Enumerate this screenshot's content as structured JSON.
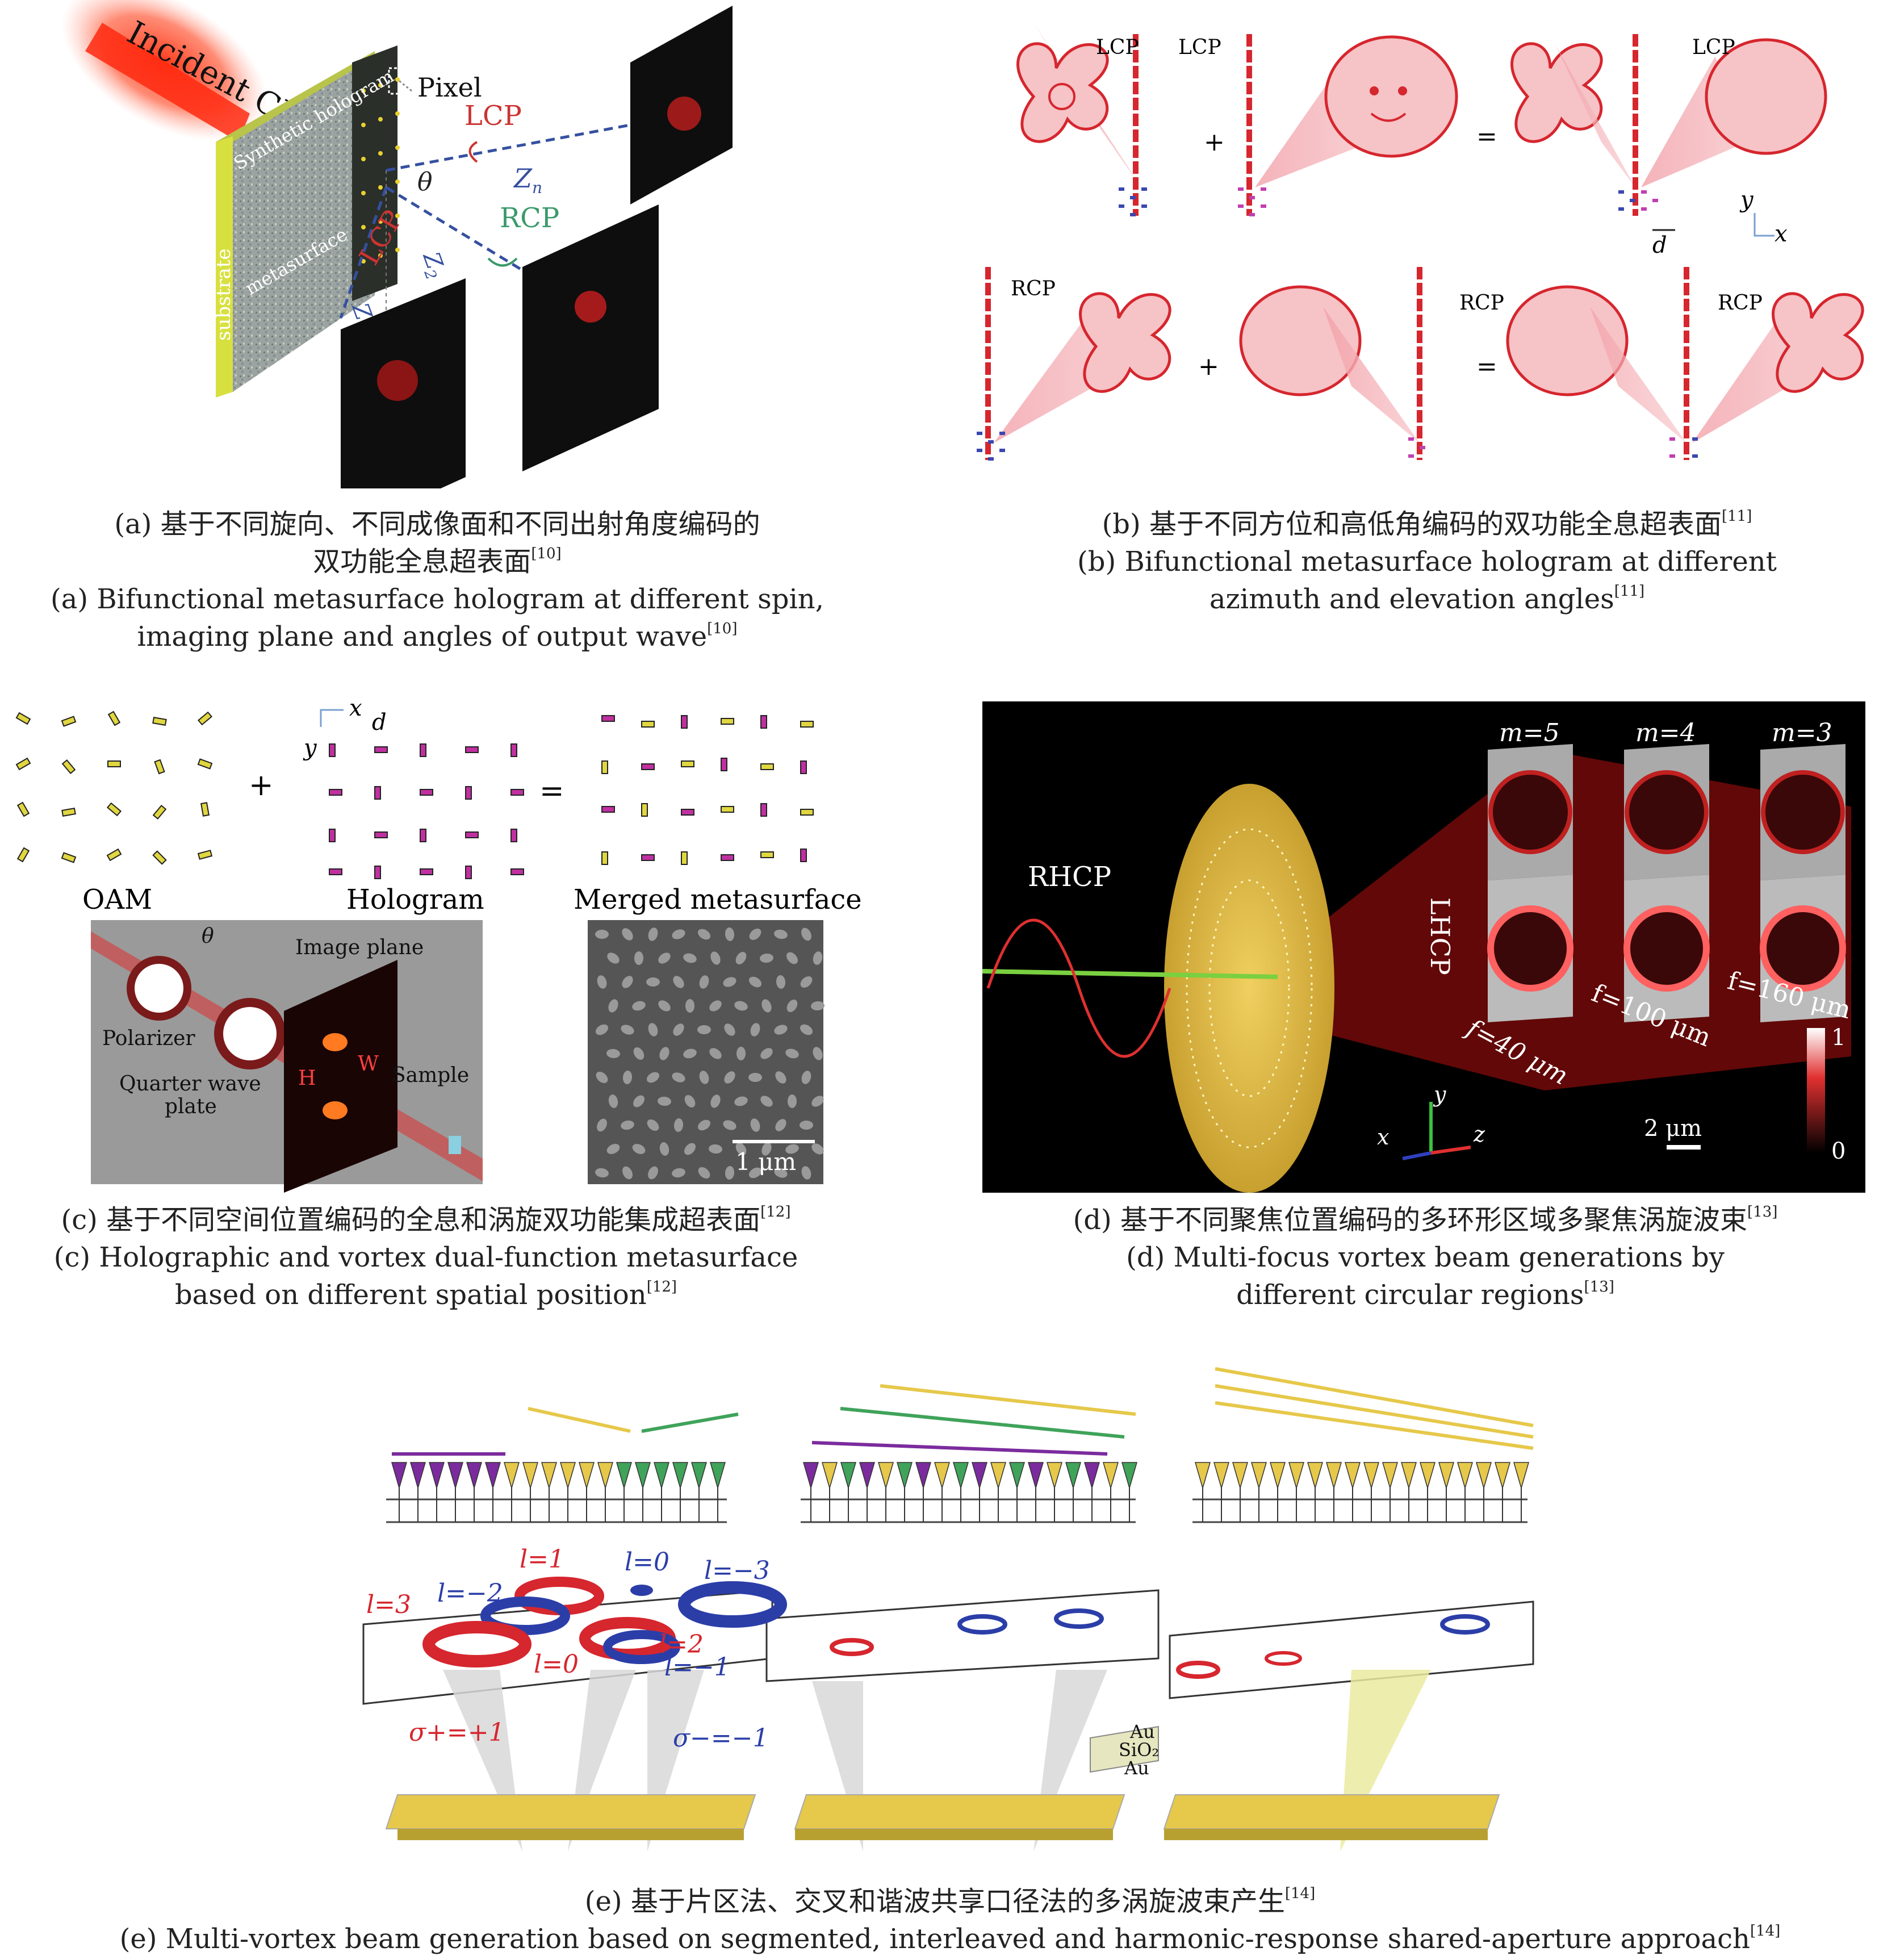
{
  "panel_a": {
    "incident": "Incident CP",
    "hologram_label": "Synthetic hologram",
    "substrate_label": "substrate",
    "metasurface_label": "metasurface",
    "pixel": "Pixel",
    "lcp1": "LCP",
    "zn": "Z",
    "zn_sub": "n",
    "theta": "θ",
    "rcp": "RCP",
    "lcp2": "LCP",
    "z2": "Z",
    "z2_sub": "2",
    "z1": "Z",
    "z1_sub": "1",
    "caption_cn_1": "(a) 基于不同旋向、不同成像面和不同出射角度编码的",
    "caption_cn_2": "双功能全息超表面",
    "caption_en_1": "(a) Bifunctional metasurface hologram at different spin,",
    "caption_en_2": "imaging plane and angles of output wave",
    "ref": "[10]"
  },
  "panel_b": {
    "lcp_a": "LCP",
    "lcp_b": "LCP",
    "lcp_c": "LCP",
    "rcp_a": "RCP",
    "rcp_b": "RCP",
    "rcp_c": "RCP",
    "plus": "+",
    "equals": "=",
    "axis_y": "y",
    "axis_x": "x",
    "axis_d": "d",
    "caption_cn": "(b) 基于不同方位和高低角编码的双功能全息超表面",
    "caption_en_1": "(b) Bifunctional metasurface hologram at different",
    "caption_en_2": "azimuth and elevation angles",
    "ref": "[11]"
  },
  "panel_c": {
    "oam": "OAM",
    "hologram": "Hologram",
    "merged": "Merged metasurface",
    "plus": "+",
    "equals": "=",
    "axis_x": "x",
    "axis_y": "y",
    "axis_d": "d",
    "theta": "θ",
    "image_plane": "Image plane",
    "polarizer": "Polarizer",
    "qwp_1": "Quarter wave",
    "qwp_2": "plate",
    "sample": "Sample",
    "letter_h": "H",
    "letter_w": "W",
    "scale": "1 μm",
    "caption_cn": "(c) 基于不同空间位置编码的全息和涡旋双功能集成超表面",
    "caption_en_1": "(c) Holographic and vortex dual-function metasurface",
    "caption_en_2": "based on different spatial position",
    "ref": "[12]"
  },
  "panel_d": {
    "rhcp": "RHCP",
    "lhcp": "LHCP",
    "m5": "m=5",
    "m4": "m=4",
    "m3": "m=3",
    "f40": "f=40 μm",
    "f100": "f=100 μm",
    "f160": "f=160 μm",
    "scale": "2 μm",
    "cb_max": "1",
    "cb_min": "0",
    "axis_x": "x",
    "axis_y": "y",
    "axis_z": "z",
    "caption_cn": "(d) 基于不同聚焦位置编码的多环形区域多聚焦涡旋波束",
    "caption_en_1": "(d) Multi-focus vortex beam generations by",
    "caption_en_2": "different circular regions",
    "ref": "[13]"
  },
  "panel_e": {
    "l_p1": "l=1",
    "l_0a": "l=0",
    "l_m3": "l=−3",
    "l_p3": "l=3",
    "l_m2": "l=−2",
    "l_p2": "l=2",
    "l_0b": "l=0",
    "l_m1": "l=−1",
    "sigma_p": "σ+=+1",
    "sigma_m": "σ−=−1",
    "au_top": "Au",
    "sio2": "SiO₂",
    "au_bottom": "Au",
    "caption_cn": "(e) 基于片区法、交叉和谐波共享口径法的多涡旋波束产生",
    "caption_en": "(e) Multi-vortex beam generation based on segmented, interleaved and harmonic-response shared-aperture approach",
    "ref": "[14]"
  },
  "colors": {
    "red": "#d6262e",
    "blue": "#2b3ea8",
    "green": "#3fa35a",
    "gold": "#e6c84a",
    "magenta": "#c0208e",
    "purple": "#7b2b9e"
  }
}
